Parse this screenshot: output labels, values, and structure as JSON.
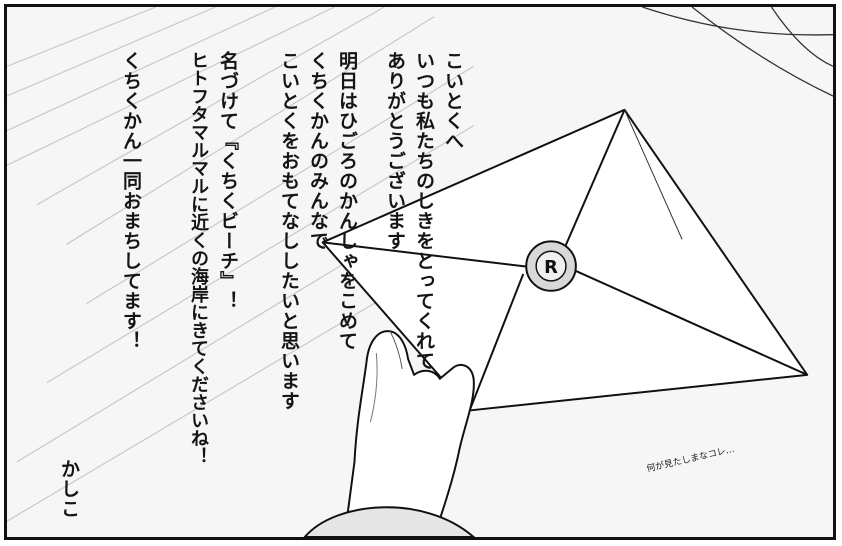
{
  "letter": {
    "lines": [
      "こいとくへ",
      "いつも私たちのしきをとってくれて",
      "ありがとうございます",
      "明日はひごろのかんしゃをこめて",
      "くちくかんのみんなで",
      "こいとくをおもてなししたいと思います",
      "名づけて『くちくビーチ』！",
      "ヒトフタマルマルに近くの海岸にきてくださいね！",
      "くちくかん一同おまちしてます！"
    ],
    "closing": "かしこ"
  },
  "seal_letter": "R",
  "aside_note": "何が見たしまなコレ…",
  "colors": {
    "ink": "#151515",
    "paper": "#f6f6f6",
    "envelope": "#ffffff"
  }
}
